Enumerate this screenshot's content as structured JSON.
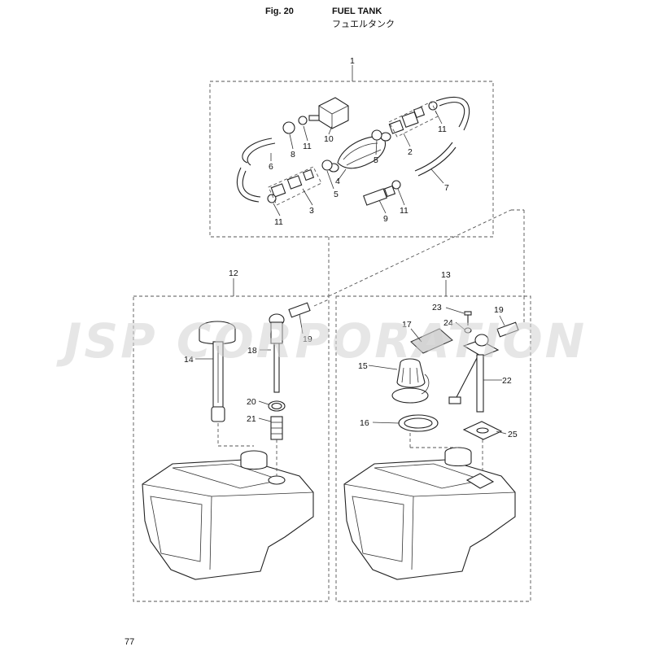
{
  "header": {
    "fig_label": "Fig. 20",
    "title_en": "FUEL TANK",
    "title_jp": "フュエルタンク"
  },
  "page_number": "77",
  "watermark": "JSP CORPORATION",
  "callouts": {
    "c1": "1",
    "c2": "2",
    "c3": "3",
    "c4": "4",
    "c5a": "5",
    "c5b": "5",
    "c6": "6",
    "c7": "7",
    "c8": "8",
    "c9": "9",
    "c10": "10",
    "c11a": "11",
    "c11b": "11",
    "c11c": "11",
    "c11d": "11",
    "c12": "12",
    "c13": "13",
    "c14": "14",
    "c15": "15",
    "c16": "16",
    "c17": "17",
    "c18": "18",
    "c19a": "19",
    "c19b": "19",
    "c20": "20",
    "c21": "21",
    "c22": "22",
    "c23": "23",
    "c24": "24",
    "c25": "25"
  }
}
